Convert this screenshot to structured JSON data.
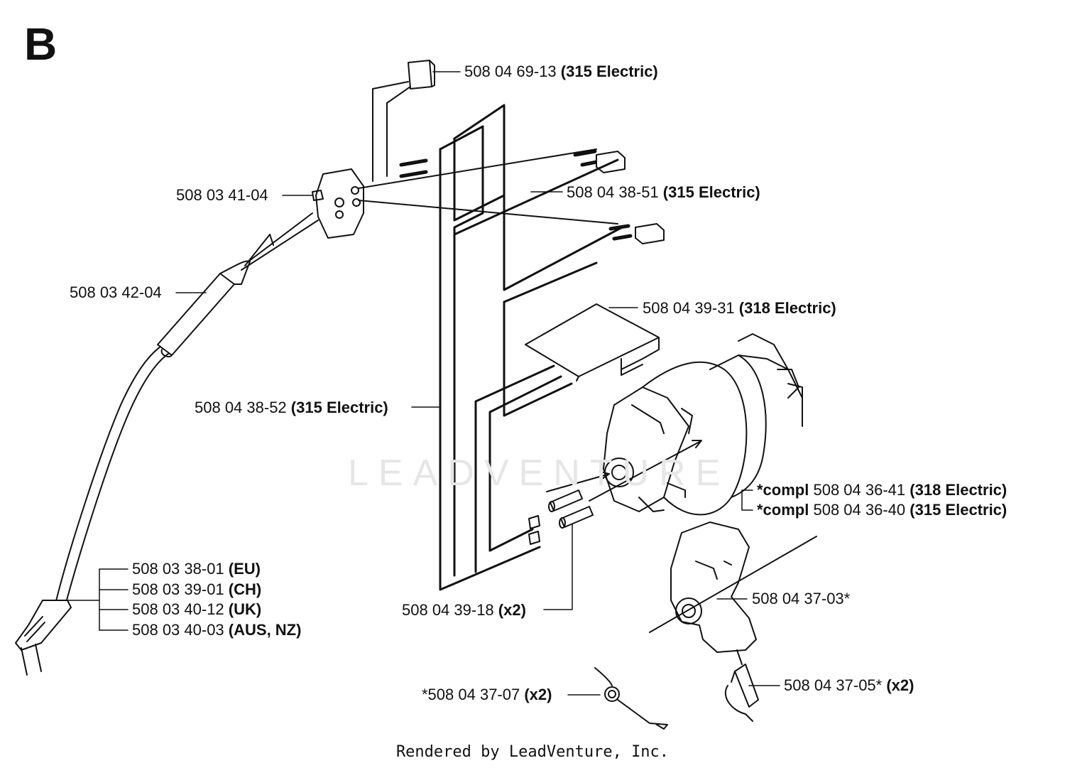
{
  "section_letter": "B",
  "watermark": "LEADVENTURE",
  "footer": "Rendered by LeadVenture, Inc.",
  "labels": {
    "plug_connector": {
      "part": "508 04 69-13",
      "note": "(315 Electric)"
    },
    "switch": {
      "part": "508 03 41-04"
    },
    "cable_sleeve": {
      "part": "508 03 42-04"
    },
    "wire_upper": {
      "part": "508 04 38-51",
      "note": "(315 Electric)"
    },
    "circuit_board": {
      "part": "508 04 39-31",
      "note": "(318 Electric)"
    },
    "wire_long": {
      "part": "508 04 38-52",
      "note": "(315 Electric)"
    },
    "motor_318": {
      "prefix": "*compl",
      "part": "508 04 36-41",
      "note": "(318 Electric)"
    },
    "motor_315": {
      "prefix": "*compl",
      "part": "508 04 36-40",
      "note": "(315 Electric)"
    },
    "cord_eu": {
      "part": "508 03 38-01",
      "note": "(EU)"
    },
    "cord_ch": {
      "part": "508 03 39-01",
      "note": "(CH)"
    },
    "cord_uk": {
      "part": "508 03 40-12",
      "note": "(UK)"
    },
    "cord_aus": {
      "part": "508 03 40-03",
      "note": "(AUS, NZ)"
    },
    "carbon_brush": {
      "part": "508 04 39-18",
      "note": "(x2)"
    },
    "brush_holder": {
      "part": "508 04 37-03*"
    },
    "spring": {
      "part": "*508 04 37-07",
      "note": "(x2)"
    },
    "brush_clip": {
      "part": "508 04 37-05*",
      "note": "(x2)"
    }
  }
}
